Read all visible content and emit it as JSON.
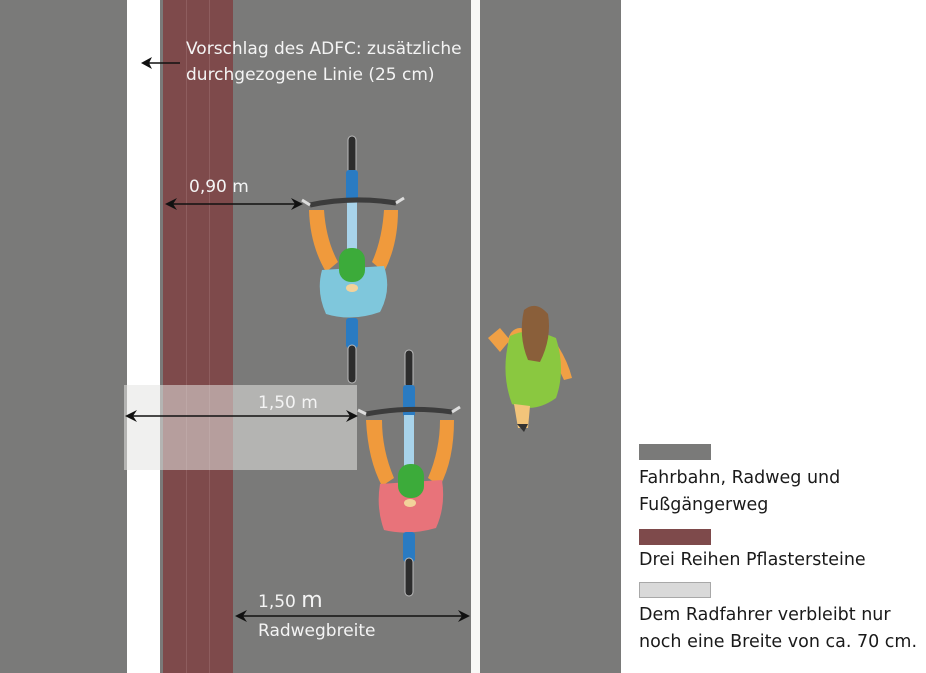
{
  "colors": {
    "road": "#7a7a79",
    "paving_stones": "#7e4a4b",
    "remaining_width_overlay": "#d9d9d9",
    "marking_line": "#ffffff"
  },
  "annotations": {
    "adfc_proposal_line1": "Vorschlag des ADFC: zusätzliche",
    "adfc_proposal_line2": "durchgezogene Linie (25 cm)",
    "clearance_distance": "0,90 m",
    "overlay_width": "1,50 m",
    "bike_lane_width_value": "1,50",
    "bike_lane_width_unit": "m",
    "bike_lane_width_label": "Radwegbreite"
  },
  "figures": {
    "cyclist_1": {
      "shirt": "light-blue",
      "helmet": "green"
    },
    "cyclist_2": {
      "shirt": "pink",
      "helmet": "green"
    },
    "pedestrian": {
      "dress": "green",
      "hair": "brown"
    }
  },
  "legend": {
    "items": [
      {
        "label_line1": "Fahrbahn, Radweg und",
        "label_line2": "Fußgängerweg",
        "color": "#7a7a79"
      },
      {
        "label_line1": "Drei Reihen Pflastersteine",
        "label_line2": "",
        "color": "#7e4a4b"
      },
      {
        "label_line1": "Dem Radfahrer verbleibt nur",
        "label_line2": "noch eine Breite von ca. 70 cm.",
        "color": "#d9d9d9"
      }
    ]
  }
}
